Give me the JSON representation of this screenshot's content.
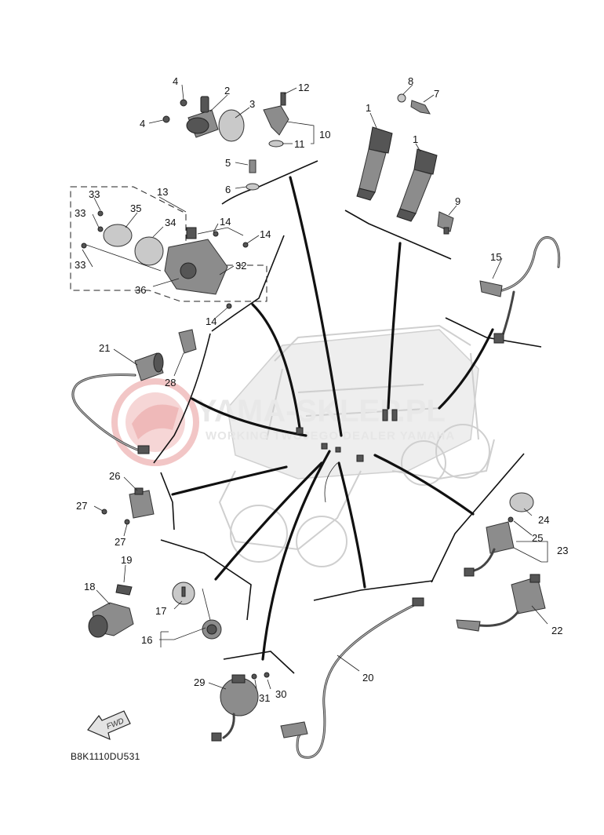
{
  "diagram_code": "B8K1110DU531",
  "fwd_label": "FWD",
  "watermark": {
    "brand": "YAMA-SKLEP.PL",
    "tagline": "WORKING TWOJEGO DEALER YAMAHA"
  },
  "callouts": {
    "c1a": "1",
    "c1b": "1",
    "c2": "2",
    "c3": "3",
    "c4a": "4",
    "c4b": "4",
    "c5": "5",
    "c6": "6",
    "c7": "7",
    "c8": "8",
    "c9": "9",
    "c10": "10",
    "c11": "11",
    "c12": "12",
    "c13": "13",
    "c14a": "14",
    "c14b": "14",
    "c14c": "14",
    "c15": "15",
    "c16": "16",
    "c17": "17",
    "c18": "18",
    "c19": "19",
    "c20": "20",
    "c21": "21",
    "c22": "22",
    "c23": "23",
    "c24": "24",
    "c25": "25",
    "c26": "26",
    "c27a": "27",
    "c27b": "27",
    "c28": "28",
    "c29": "29",
    "c30": "30",
    "c31": "31",
    "c32": "32",
    "c33a": "33",
    "c33b": "33",
    "c33c": "33",
    "c34": "34",
    "c35": "35",
    "c36": "36"
  },
  "colors": {
    "ink": "#111111",
    "part_fill": "#8c8c8c",
    "vehicle_ghost": "#cfcfcf",
    "watermark_red": "#f2c6c6"
  }
}
